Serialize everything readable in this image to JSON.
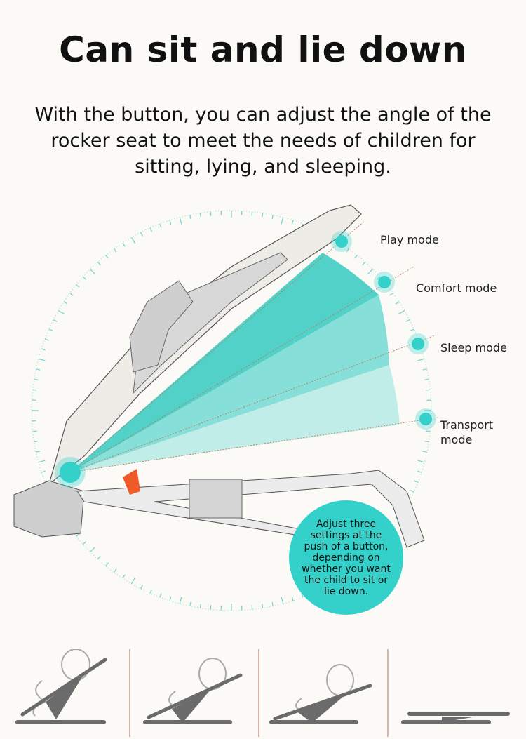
{
  "title": "Can sit and lie down",
  "subtitle": "With the button, you can adjust the angle of the rocker seat to meet the needs of children for sitting, lying, and sleeping.",
  "modes": [
    {
      "label": "Play mode"
    },
    {
      "label": "Comfort mode"
    },
    {
      "label": "Sleep mode"
    },
    {
      "label": "Transport mode"
    }
  ],
  "callout": "Adjust three settings at the push of a button, depending on whether you want the child to sit or lie down.",
  "colors": {
    "accent": "#34d1cb",
    "divider": "#b07060",
    "icon": "#6b6b6b"
  }
}
